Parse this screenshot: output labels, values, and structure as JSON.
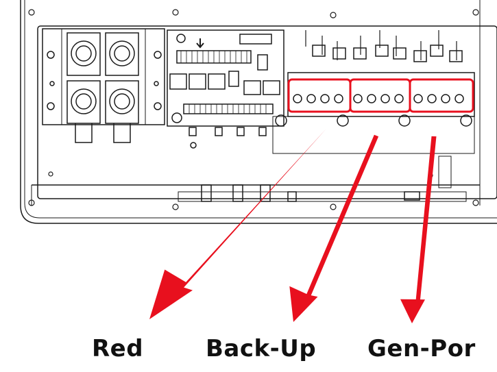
{
  "labels": {
    "red": "Red",
    "backup": "Back-Up",
    "genport": "Gen-Por"
  },
  "colors": {
    "arrow": "#e8101e",
    "highlight": "#e8101e",
    "line": "#1a1a1a"
  }
}
